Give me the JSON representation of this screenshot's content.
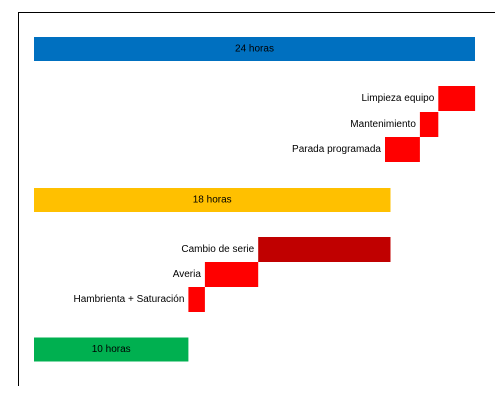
{
  "chart_data": {
    "type": "bar",
    "orientation": "horizontal",
    "categories": [
      "24 horas",
      "Limpieza equipo",
      "Mantenimiento",
      "Parada programada",
      "18 horas",
      "Cambio de serie",
      "Averia",
      "Hambrienta + Saturación",
      "10 horas"
    ],
    "series": [
      {
        "values": [
          {
            "category": "24 horas",
            "start": 0,
            "end": 24,
            "color": "#0070C0",
            "label": "24 horas"
          },
          {
            "category": "Limpieza equipo",
            "start": 22.0,
            "end": 24.0,
            "color": "#FF0000"
          },
          {
            "category": "Mantenimiento",
            "start": 21.0,
            "end": 22.0,
            "color": "#FF0000"
          },
          {
            "category": "Parada programada",
            "start": 19.1,
            "end": 21.0,
            "color": "#FF0000"
          },
          {
            "category": "18 horas",
            "start": 0,
            "end": 19.4,
            "color": "#FFC000",
            "label": "18 horas"
          },
          {
            "category": "Cambio de serie",
            "start": 12.2,
            "end": 19.4,
            "color": "#C00000"
          },
          {
            "category": "Averia",
            "start": 9.3,
            "end": 12.2,
            "color": "#FF0000"
          },
          {
            "category": "Hambrienta + Saturación",
            "start": 8.4,
            "end": 9.3,
            "color": "#FF0000"
          },
          {
            "category": "10 horas",
            "start": 0,
            "end": 8.4,
            "color": "#00B050",
            "label": "10 horas"
          }
        ]
      }
    ],
    "xlim": [
      0,
      24
    ],
    "grid": false,
    "legend": "none"
  }
}
